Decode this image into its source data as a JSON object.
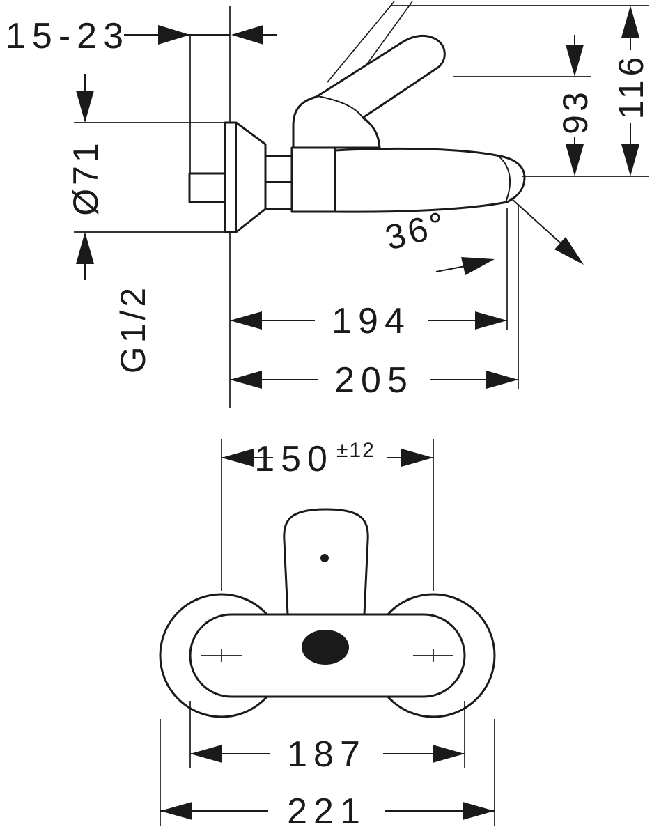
{
  "colors": {
    "ink": "#1a1a1a",
    "background": "#ffffff"
  },
  "side_view": {
    "dims": {
      "wall_depth": "15-23",
      "escutcheon_diameter": "Ø71",
      "thread_size": "G1/2",
      "spout_reach": "194",
      "total_projection": "205",
      "height_to_handle": "93",
      "height_overall": "116",
      "outlet_angle": "36°"
    }
  },
  "front_view": {
    "dims": {
      "connection_distance": "150",
      "connection_tolerance": "±12",
      "body_width": "187",
      "overall_width": "221"
    }
  }
}
